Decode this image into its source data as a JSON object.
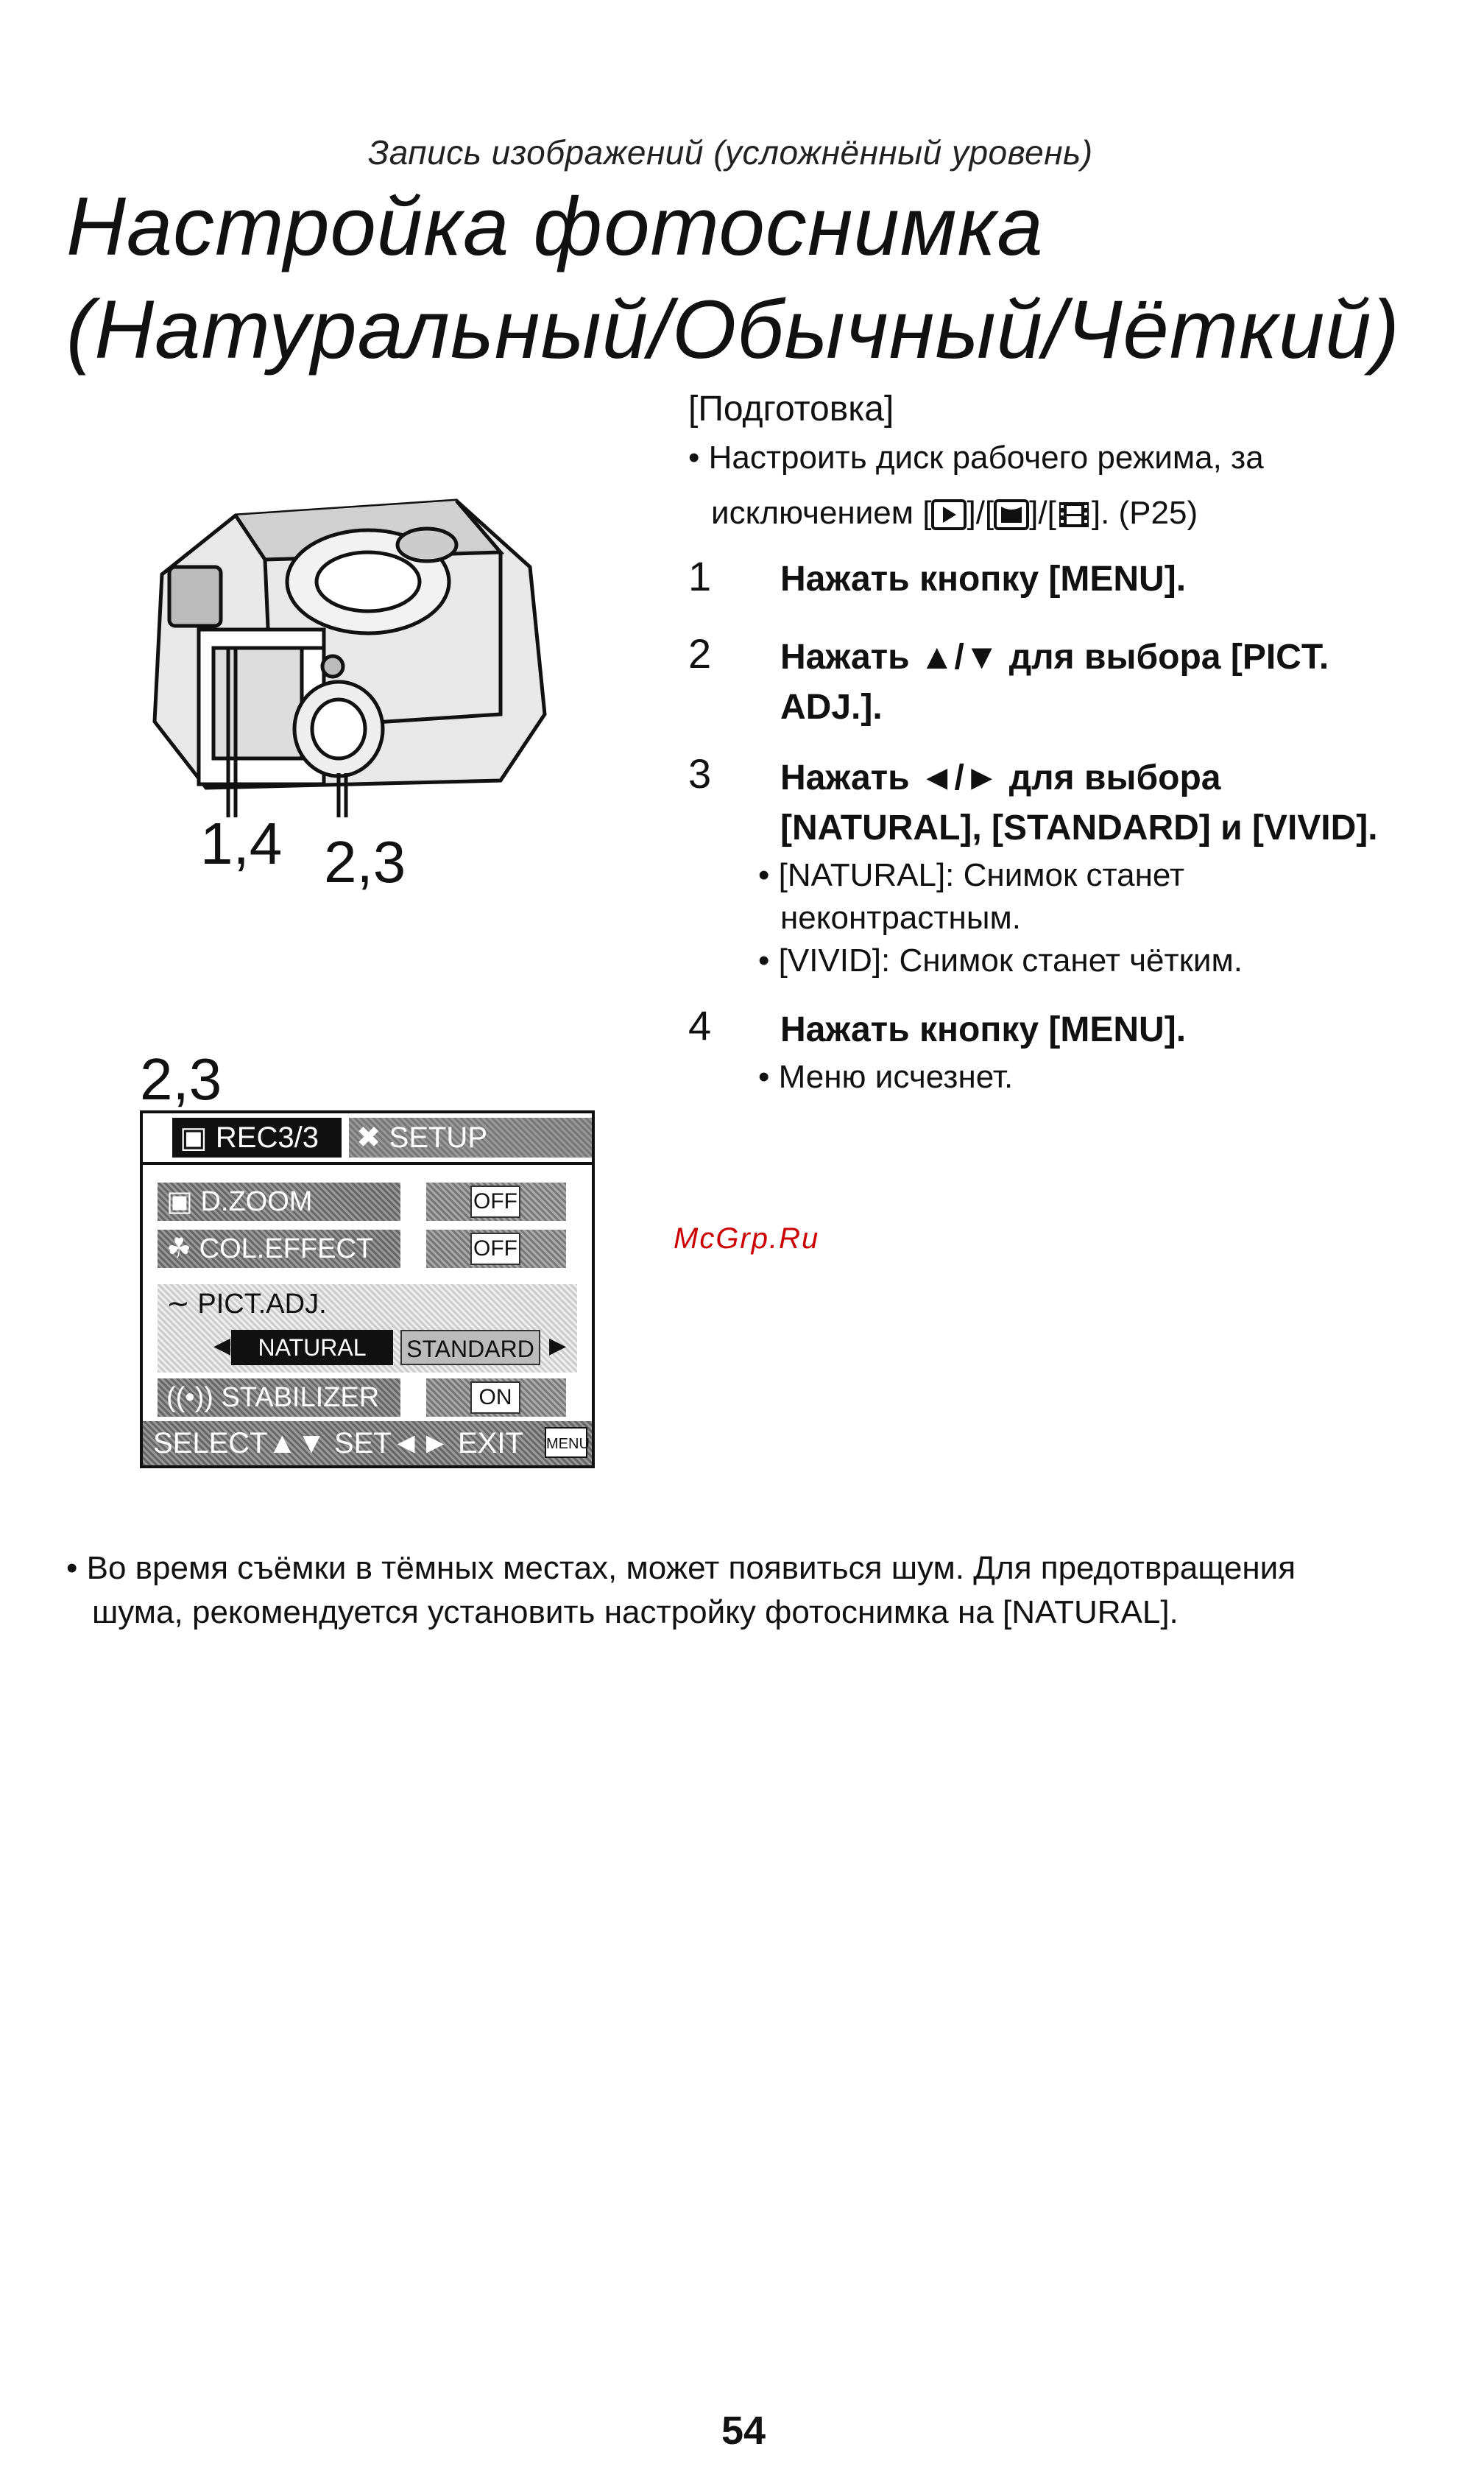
{
  "header": {
    "section": "Запись изображений (усложнённый уровень)"
  },
  "title": {
    "line1": "Настройка фотоснимка",
    "line2": "(Натуральный/Обычный/Чёткий)"
  },
  "prep": {
    "heading": "[Подготовка]",
    "bullet_line1": "• Настроить диск рабочего режима, за",
    "bullet_line2_pre": "исключением [",
    "bullet_line2_post": "]. (P25)"
  },
  "steps": [
    {
      "num": "1",
      "text": "Нажать кнопку [MENU]."
    },
    {
      "num": "2",
      "line1": "Нажать ▲/▼ для выбора [PICT.",
      "line2": "ADJ.]."
    },
    {
      "num": "3",
      "line1": "Нажать ◄/► для выбора",
      "line2": "[NATURAL], [STANDARD] и [VIVID].",
      "sub": [
        {
          "line1": "• [NATURAL]: Снимок станет",
          "line2": "неконтрастным."
        },
        {
          "line1": "• [VIVID]: Снимок станет чётким."
        }
      ]
    },
    {
      "num": "4",
      "text": "Нажать кнопку [MENU].",
      "sub": [
        "• Меню исчезнет."
      ]
    }
  ],
  "camera": {
    "callout_left": "1,4",
    "callout_right": "2,3"
  },
  "menu_screen": {
    "caption": "2,3",
    "tab_rec": "REC3/3",
    "tab_setup": "SETUP",
    "rows": [
      {
        "label": "D.ZOOM",
        "value": "OFF"
      },
      {
        "label": "COL.EFFECT",
        "value": "OFF"
      }
    ],
    "pict_label": "PICT.ADJ.",
    "options": [
      "NATURAL",
      "STANDARD"
    ],
    "stabilizer": {
      "label": "STABILIZER",
      "value": "ON"
    },
    "footer": "SELECT▲▼ SET◄► EXIT",
    "footer_menu": "MENU"
  },
  "note": {
    "line1": "• Во время съёмки в тёмных местах, может появиться шум. Для предотвращения",
    "line2": "шума, рекомендуется установить настройку фотоснимка на [NATURAL]."
  },
  "watermark": "McGrp.Ru",
  "page_number": "54"
}
